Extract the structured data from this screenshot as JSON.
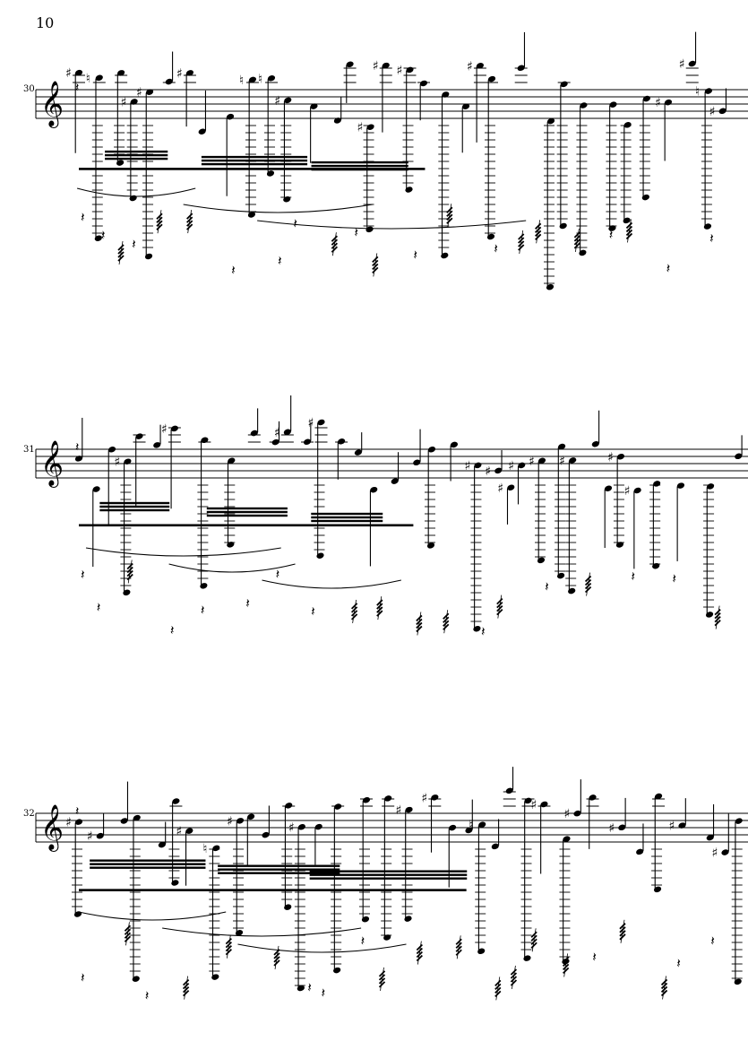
{
  "page": {
    "page_number": "10"
  },
  "systems": [
    {
      "measure_number": "30",
      "clef": "treble"
    },
    {
      "measure_number": "31",
      "clef": "treble"
    },
    {
      "measure_number": "32",
      "clef": "treble"
    }
  ],
  "notation": {
    "accidentals": [
      "sharp",
      "natural"
    ],
    "rest_symbol": "quarter-rest",
    "grace_symbol": "tremolo-slash"
  }
}
